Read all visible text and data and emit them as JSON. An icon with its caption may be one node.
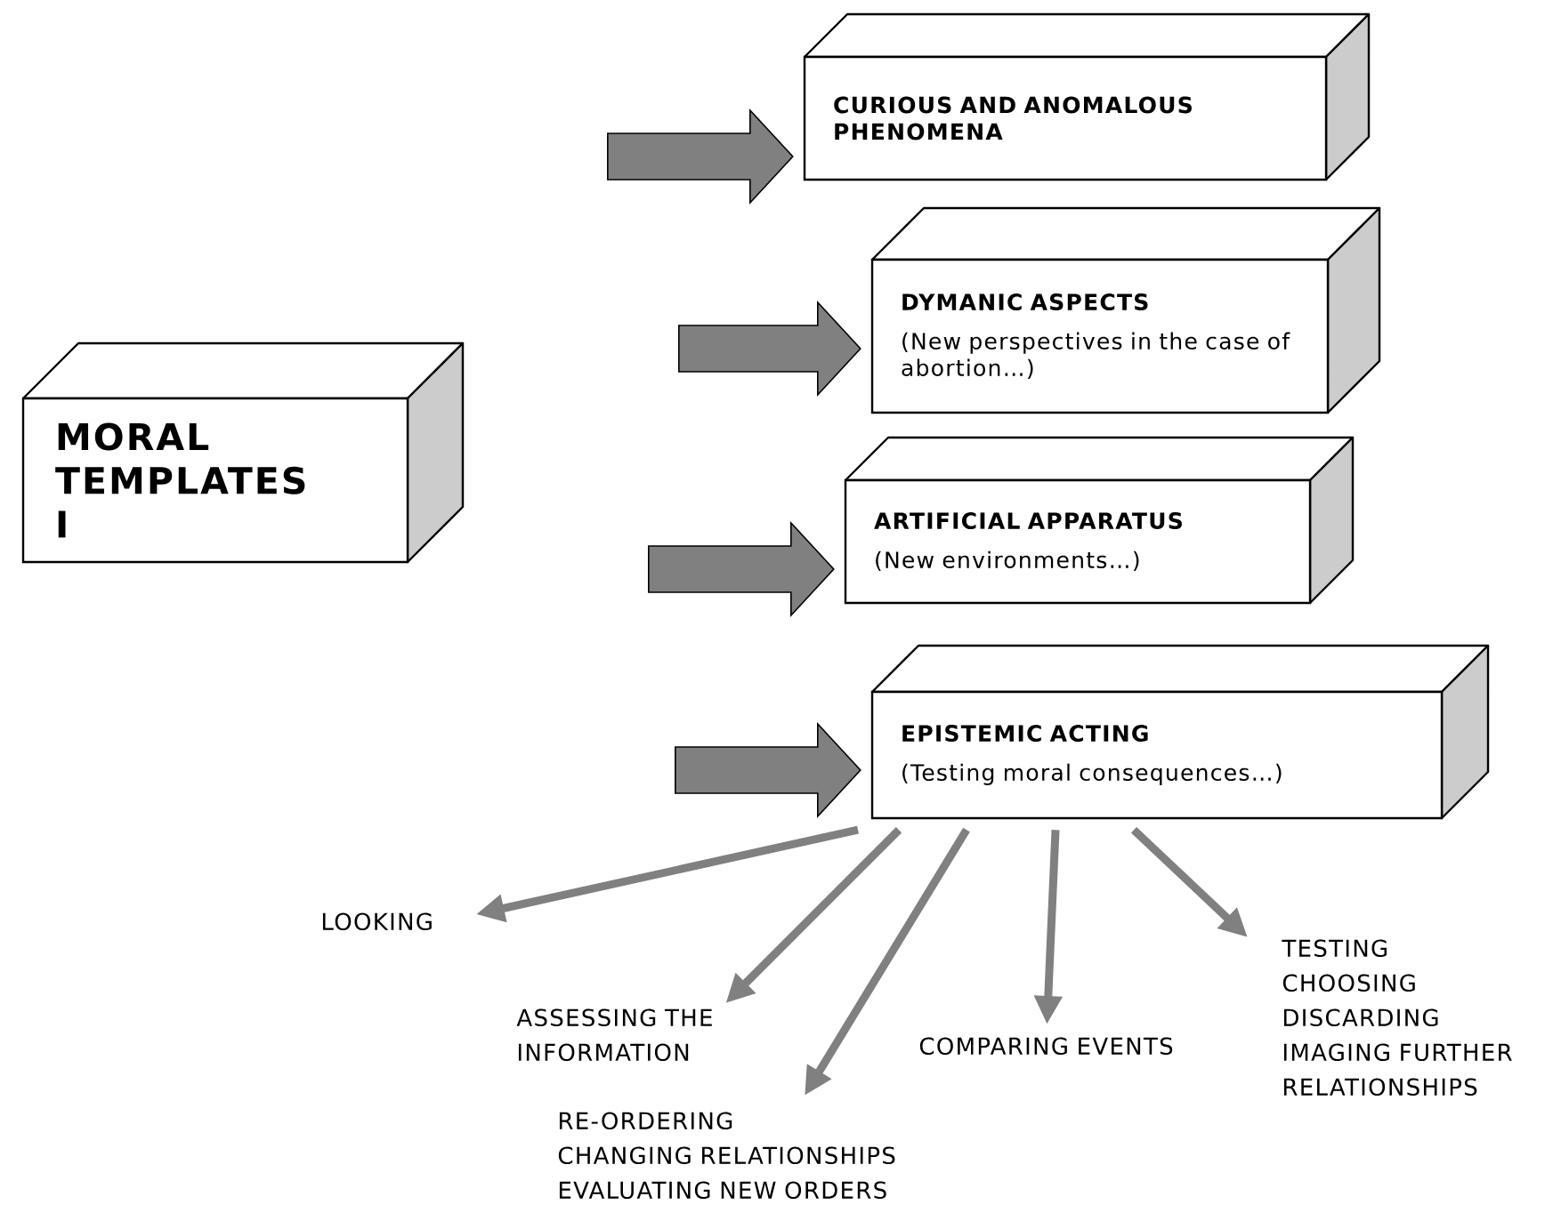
{
  "diagram": {
    "nodes": [
      {
        "text": [
          "MORAL TEMPLATES I"
        ]
      },
      {
        "text": [
          "CURIOUS AND ANOMALOUS PHENOMENA"
        ]
      },
      {
        "text": [
          "DYMANIC ASPECTS",
          "(New perspectives in the case of abortion…)"
        ]
      },
      {
        "text": [
          "ARTIFICIAL APPARATUS",
          "(New environments…)"
        ]
      },
      {
        "text": [
          "EPISTEMIC ACTING",
          "(Testing moral consequences…)"
        ]
      },
      {
        "text": [
          "LOOKING"
        ]
      },
      {
        "text": [
          "ASSESSING THE INFORMATION"
        ]
      },
      {
        "text": [
          "RE-ORDERING",
          "CHANGING RELATIONSHIPS",
          "EVALUATING NEW ORDERS"
        ]
      },
      {
        "text": [
          "COMPARING EVENTS"
        ]
      },
      {
        "text": [
          "TESTING",
          "CHOOSING",
          "DISCARDING",
          "IMAGING FURTHER RELATIONSHIPS"
        ]
      }
    ],
    "edges": [
      {
        "from": null,
        "to": 1,
        "arrow": "to"
      },
      {
        "from": null,
        "to": 2,
        "arrow": "to"
      },
      {
        "from": null,
        "to": 3,
        "arrow": "to"
      },
      {
        "from": null,
        "to": 4,
        "arrow": "to"
      },
      {
        "from": 4,
        "to": 5,
        "arrow": "to"
      },
      {
        "from": 4,
        "to": 6,
        "arrow": "to"
      },
      {
        "from": 4,
        "to": 7,
        "arrow": "to"
      },
      {
        "from": 4,
        "to": 8,
        "arrow": "to"
      },
      {
        "from": 4,
        "to": 9,
        "arrow": "to"
      }
    ]
  }
}
